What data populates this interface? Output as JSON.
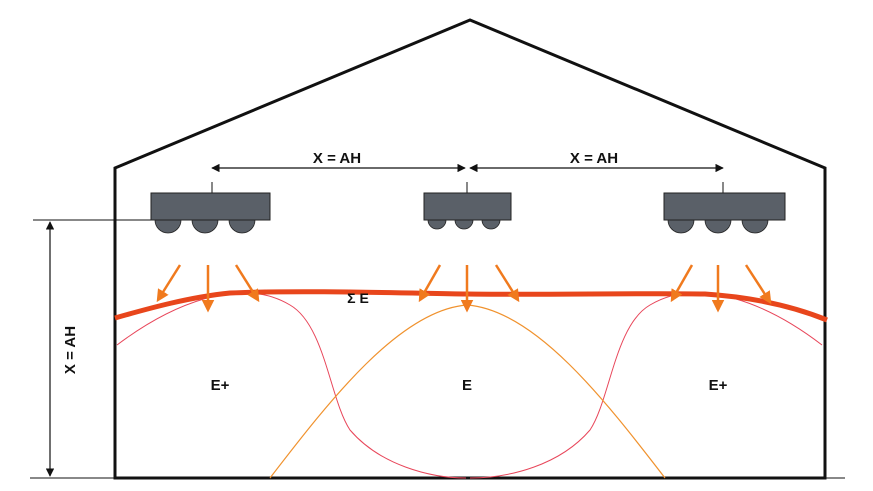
{
  "spacing_label_left": "X = AH",
  "spacing_label_right": "X = AH",
  "height_label": "X = AH",
  "sum_label": "Σ E",
  "zone_labels": [
    "E+",
    "E",
    "E+"
  ],
  "colors": {
    "outline": "#111111",
    "fixture_body": "#5a6068",
    "arrow": "#f07a1e",
    "sum_curve": "#e8461c",
    "red_curve": "#e8465a",
    "orange_curve": "#f0922e"
  }
}
